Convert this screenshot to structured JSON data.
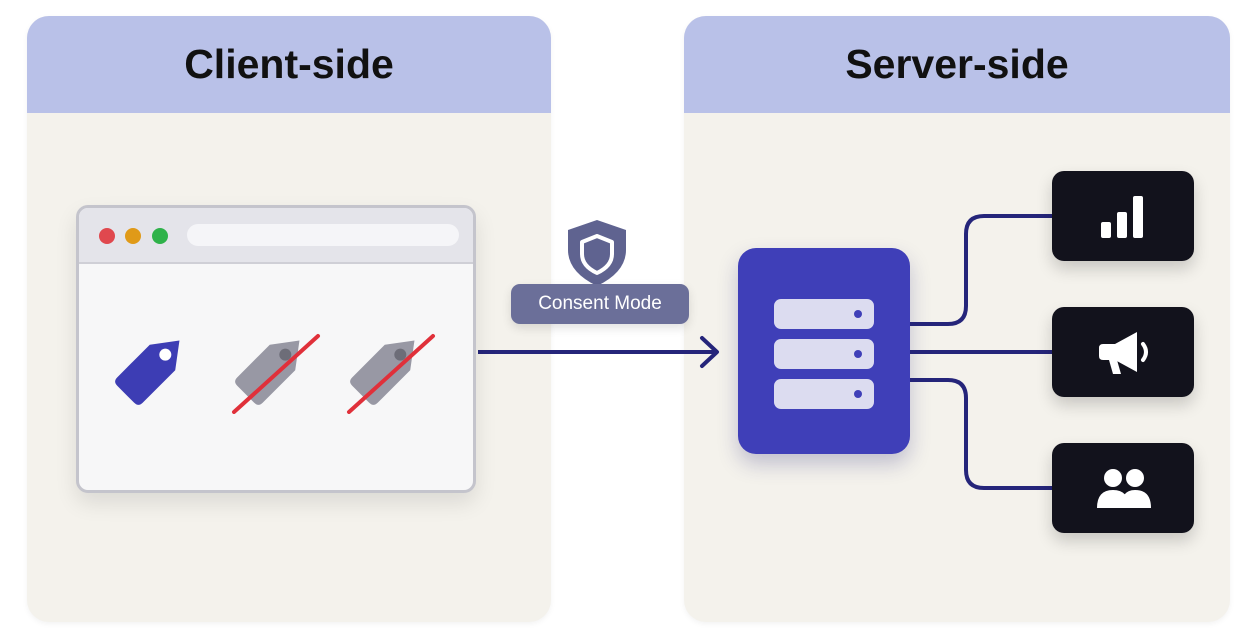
{
  "client_panel": {
    "title": "Client-side"
  },
  "server_panel": {
    "title": "Server-side"
  },
  "consent": {
    "label": "Consent Mode"
  },
  "colors": {
    "panel_header": "#b9c1e8",
    "panel_body": "#f4f2ec",
    "accent": "#3f3fb8",
    "connector": "#25257a",
    "blocked_strike": "#e0303a",
    "tag_active": "#3d3db4",
    "tag_blocked": "#9898a4",
    "destination_bg": "#12121c"
  },
  "client_tags": [
    {
      "state": "active",
      "icon": "tag-icon"
    },
    {
      "state": "blocked",
      "icon": "tag-icon"
    },
    {
      "state": "blocked",
      "icon": "tag-icon"
    }
  ],
  "destinations": [
    {
      "icon": "bar-chart-icon"
    },
    {
      "icon": "megaphone-icon"
    },
    {
      "icon": "users-icon"
    }
  ]
}
